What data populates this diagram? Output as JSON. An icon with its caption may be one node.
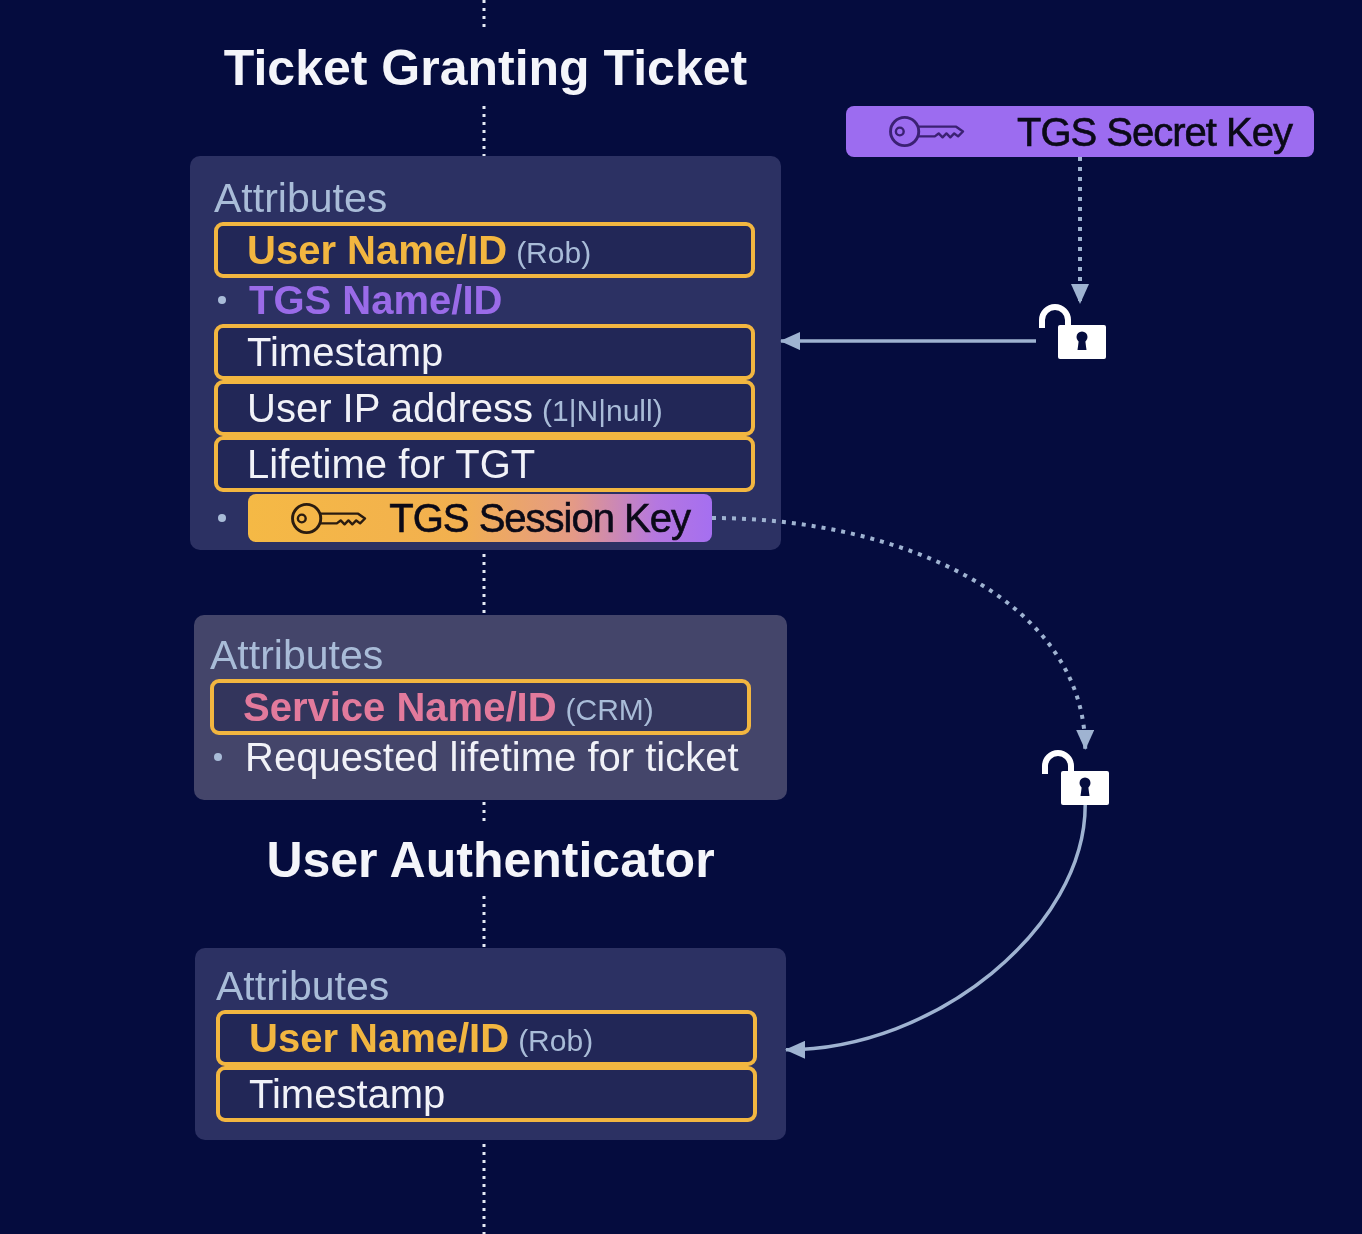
{
  "diagram": {
    "nodes": [
      {
        "text": [
          "Ticket Granting Ticket",
          "Attributes",
          "TGS Name/ID"
        ]
      },
      {
        "text": [
          "User Name/ID",
          "(Rob)"
        ],
        "in": 0
      },
      {
        "text": [
          "Timestamp"
        ],
        "in": 0
      },
      {
        "text": [
          "User IP address",
          "(1|N|null)"
        ],
        "in": 0
      },
      {
        "text": [
          "Lifetime for TGT"
        ],
        "in": 0
      },
      {
        "text": [
          "TGS Session Key"
        ],
        "in": 0
      },
      {
        "text": [
          "TGS Secret Key"
        ]
      },
      {
        "text": [],
        "shape": "padlock"
      },
      {
        "text": [
          "Attributes",
          "Requested lifetime for ticket"
        ]
      },
      {
        "text": [
          "Service Name/ID",
          "(CRM)"
        ],
        "in": 8
      },
      {
        "text": [],
        "shape": "padlock"
      },
      {
        "text": [
          "User Authenticator",
          "Attributes"
        ]
      },
      {
        "text": [
          "User Name/ID",
          "(Rob)"
        ],
        "in": 11
      },
      {
        "text": [
          "Timestamp"
        ],
        "in": 11
      }
    ],
    "edges": [
      {
        "from": 6,
        "to": 7,
        "arrow": "to",
        "style": "dashed"
      },
      {
        "from": 7,
        "to": 0,
        "arrow": "to"
      },
      {
        "from": 5,
        "to": 10,
        "arrow": "to",
        "style": "dashed"
      },
      {
        "from": 10,
        "to": 11,
        "arrow": "to"
      }
    ]
  }
}
